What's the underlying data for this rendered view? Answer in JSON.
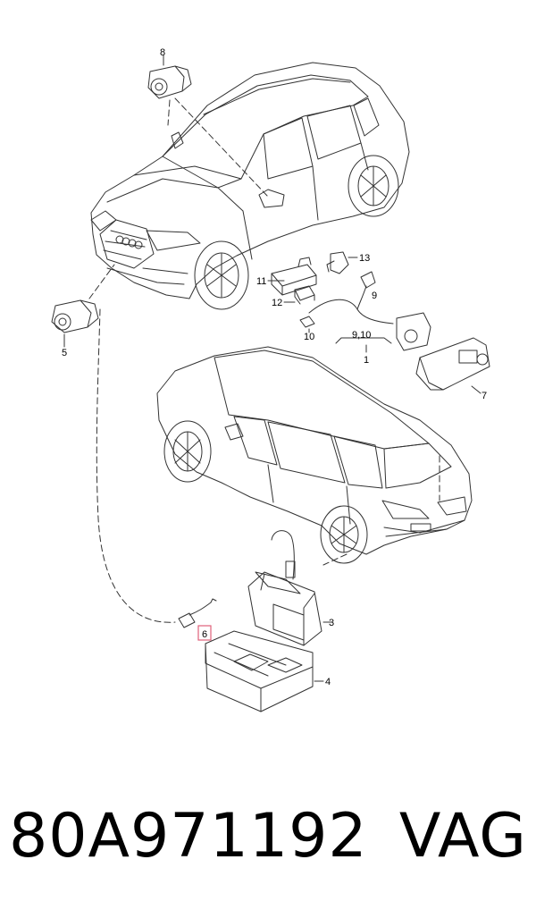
{
  "diagram": {
    "callouts": {
      "c1": "1",
      "c3": "3",
      "c4": "4",
      "c5": "5",
      "c6": "6",
      "c7": "7",
      "c8": "8",
      "c9": "9",
      "c910": "9,10",
      "c10": "10",
      "c11": "11",
      "c12": "12",
      "c13": "13"
    }
  },
  "footer": {
    "part_number": "80A971192",
    "brand": "VAG"
  },
  "colors": {
    "line": "#333333",
    "highlight": "#e0607a"
  }
}
